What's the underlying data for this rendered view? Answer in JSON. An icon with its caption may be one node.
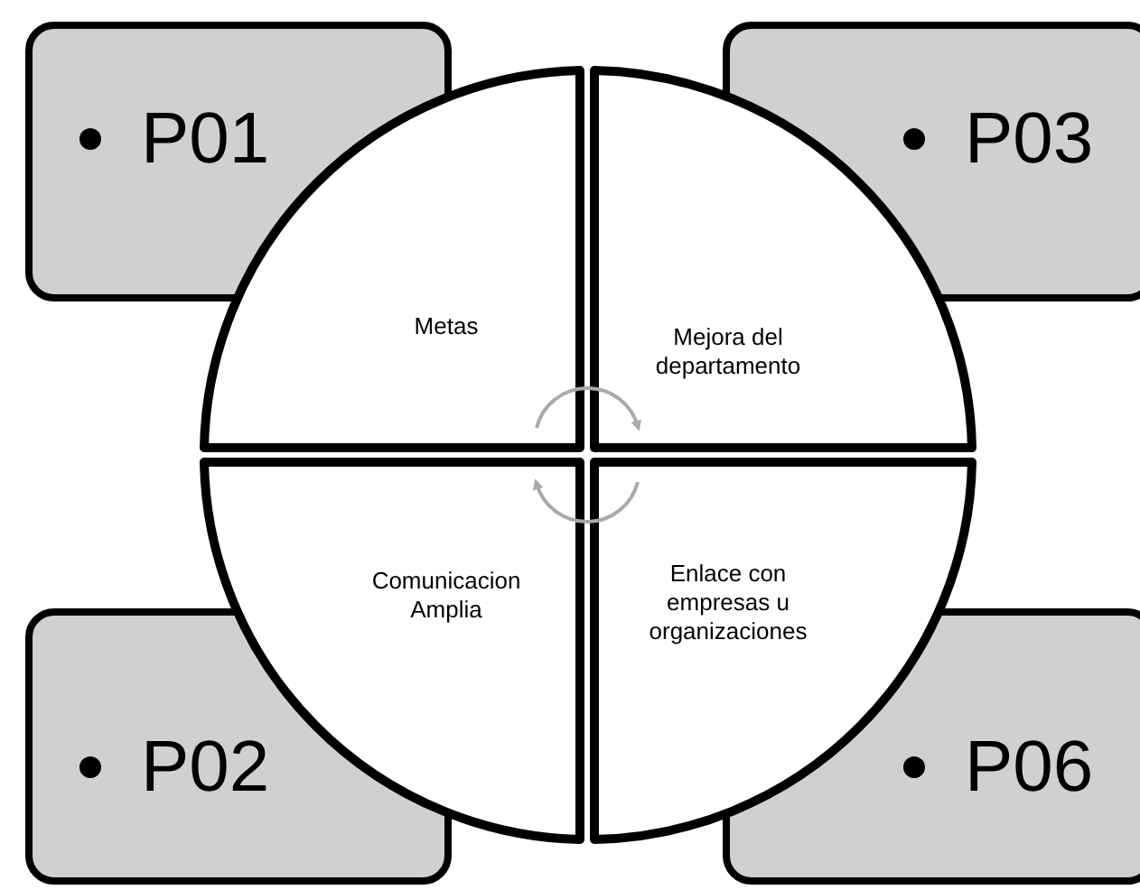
{
  "diagram": {
    "nodes": [
      {
        "text": [
          "P01"
        ]
      },
      {
        "text": [
          "P03"
        ]
      },
      {
        "text": [
          "Metas"
        ]
      },
      {
        "text": [
          "Mejora del departamento"
        ]
      },
      {
        "text": [
          "Comunicacion Amplia"
        ]
      },
      {
        "text": [
          "Enlace con empresas u organizaciones"
        ]
      },
      {
        "text": [
          "P02"
        ]
      },
      {
        "text": [
          "P06"
        ]
      }
    ],
    "edges": [
      {
        "from": 2,
        "to": 3,
        "arrow": "to"
      },
      {
        "from": 5,
        "to": 4,
        "arrow": "to"
      }
    ]
  }
}
